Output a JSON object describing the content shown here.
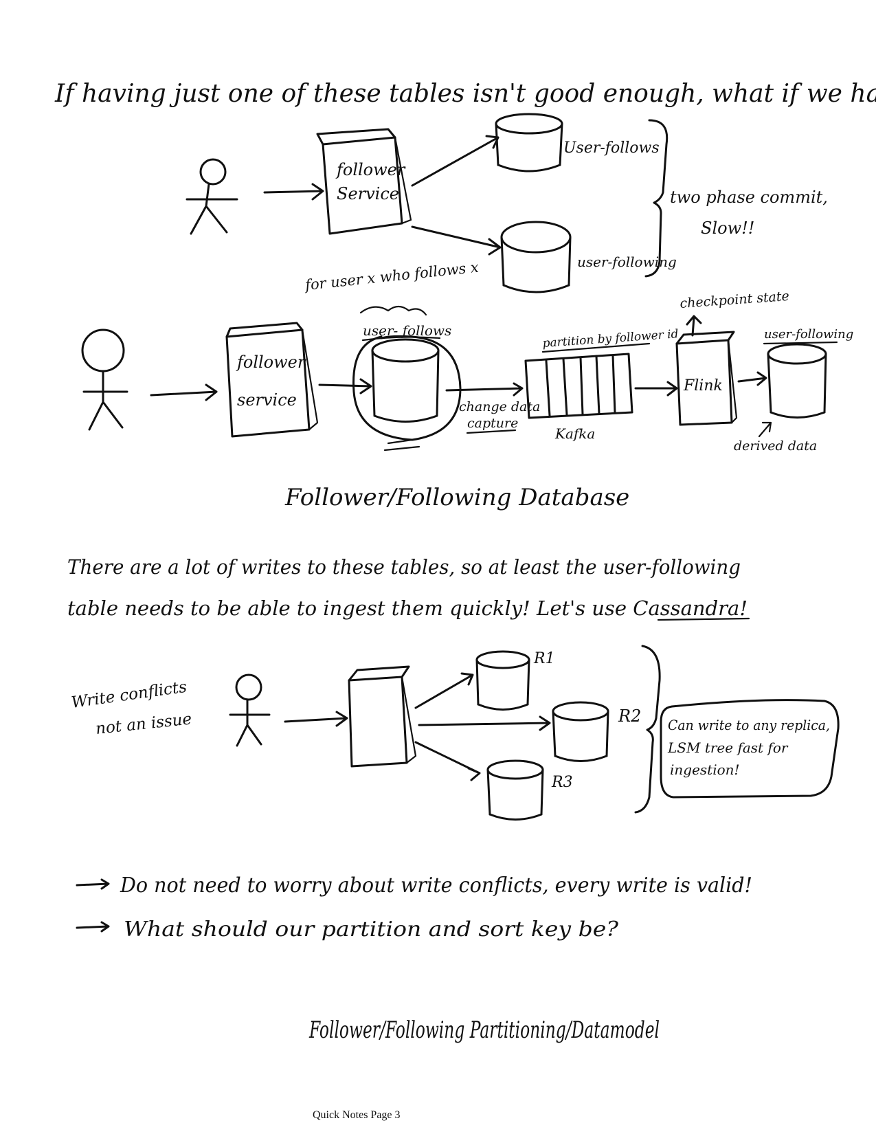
{
  "page_title": "If having just one of these tables isn't good enough, what if we have both?",
  "diagram1": {
    "service_label_line1": "follower",
    "service_label_line2": "Service",
    "db_top_label": "User-follows",
    "db_bottom_label": "user-following",
    "brace_note_line1": "two phase commit,",
    "brace_note_line2": "Slow!!",
    "annotation": "for user x who follows x"
  },
  "diagram2": {
    "service_label_line1": "follower",
    "service_label_line2": "service",
    "db_label": "user- follows",
    "cdc_line1": "change data",
    "cdc_line2": "capture",
    "partition_label": "partition by follower id",
    "kafka_label": "Kafka",
    "checkpoint_label": "checkpoint state",
    "flink_label": "Flink",
    "derived_db_label": "user-following",
    "derived_note": "derived data"
  },
  "heading1": "Follower/Following Database",
  "paragraph": {
    "line1": "There are a lot of writes to these tables, so at least the user-following",
    "line2": "table needs to be able to ingest them quickly! Let's use Cassandra!"
  },
  "diagram3": {
    "side_note_line1": "Write conflicts",
    "side_note_line2": "not an issue",
    "replicas": [
      "R1",
      "R2",
      "R3"
    ],
    "box_note_line1": "Can write to any replica,",
    "box_note_line2": "LSM tree fast for",
    "box_note_line3": "ingestion!"
  },
  "bullets": [
    "Do not need to worry about write conflicts, every write is valid!",
    "What should our partition and sort key be?"
  ],
  "heading2": "Follower/Following Partitioning/Datamodel",
  "footer": "Quick Notes Page 3"
}
